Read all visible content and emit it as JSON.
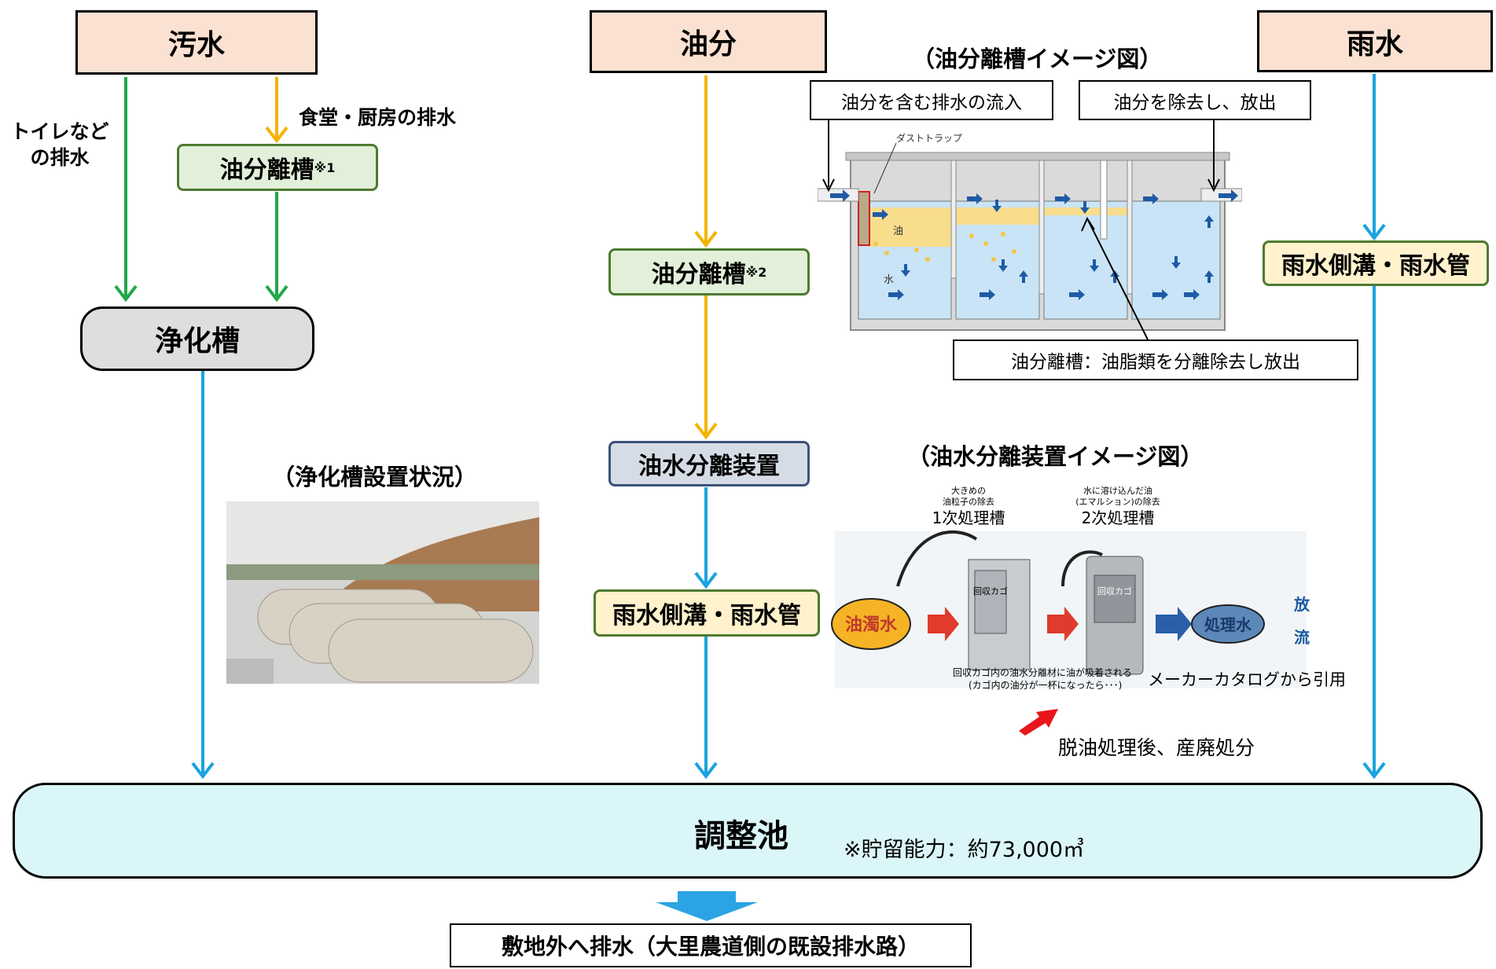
{
  "sources": {
    "sewage": "汚水",
    "oil": "油分",
    "rain": "雨水"
  },
  "labels": {
    "toilet_line1": "トイレなど",
    "toilet_line2": "の排水",
    "kitchen": "食堂・厨房の排水"
  },
  "nodes": {
    "oil_sep1": "油分離槽",
    "oil_sep1_note": "※1",
    "oil_sep2": "油分離槽",
    "oil_sep2_note": "※2",
    "septic": "浄化槽",
    "oil_water_sep": "油水分離装置",
    "rain_ditch_mid": "雨水側溝・雨水管",
    "rain_ditch_right": "雨水側溝・雨水管",
    "pond": "調整池",
    "pond_capacity": "※貯留能力：約73,000㎥",
    "discharge": "敷地外へ排水（大里農道側の既設排水路）"
  },
  "figures": {
    "oil_sep_title": "（油分離槽イメージ図）",
    "oil_sep_inflow": "油分を含む排水の流入",
    "oil_sep_outflow": "油分を除去し、放出",
    "oil_sep_caption": "油分離槽：油脂類を分離除去し放出",
    "tank_dust_trap": "ダストトラップ",
    "tank_oil": "油",
    "tank_water": "水",
    "septic_title": "（浄化槽設置状況）",
    "ows_title": "（油水分離装置イメージ図）",
    "ows_stage1_note1": "大きめの",
    "ows_stage1_note2": "油粒子の除去",
    "ows_stage1": "1次処理槽",
    "ows_stage2_note1": "水に溶け込んだ油",
    "ows_stage2_note2": "(エマルション)の除去",
    "ows_stage2": "2次処理槽",
    "ows_dirty": "油濁水",
    "ows_treated": "処理水",
    "ows_basket1": "回収カゴ",
    "ows_basket2": "回収カゴ",
    "ows_release1": "放",
    "ows_release2": "流",
    "ows_caption1": "回収カゴ内の油水分離材に油が吸着される",
    "ows_caption2": "(カゴ内の油分が一杯になったら･･･)",
    "ows_source": "メーカーカタログから引用",
    "deoil": "脱油処理後、産廃処分"
  },
  "colors": {
    "green_line": "#22a84a",
    "orange_line": "#f5b400",
    "blue_line": "#1aa3e0",
    "pond_fill": "#dbf6f9"
  }
}
